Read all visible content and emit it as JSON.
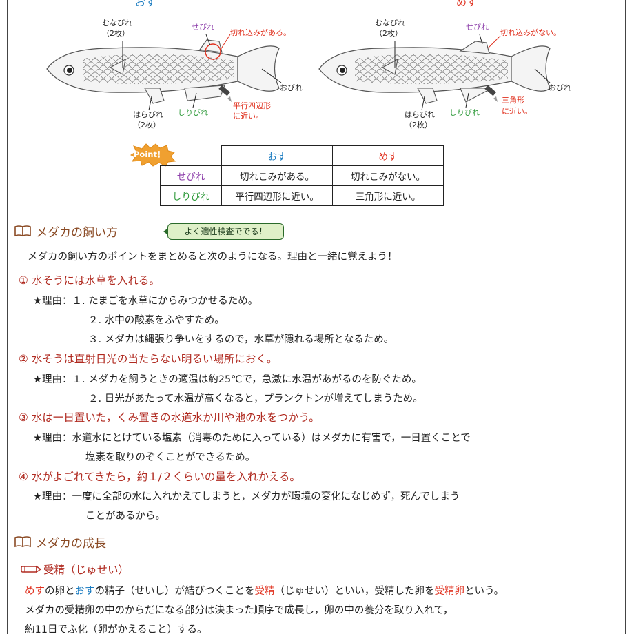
{
  "diagram": {
    "male": {
      "gender_label": "おす",
      "mune_label": "むなびれ",
      "mune_count": "（2枚）",
      "sebire_label": "せびれ",
      "sebire_note": "切れ込みがある。",
      "obire_label": "おびれ",
      "harabire_label": "はらびれ",
      "harabire_count": "（2枚）",
      "shiribire_label": "しりびれ",
      "shiribire_note_1": "平行四辺形",
      "shiribire_note_2": "に近い。"
    },
    "female": {
      "gender_label": "めす",
      "mune_label": "むなびれ",
      "mune_count": "（2枚）",
      "sebire_label": "せびれ",
      "sebire_note": "切れ込みがない。",
      "obire_label": "おびれ",
      "harabire_label": "はらびれ",
      "harabire_count": "（2枚）",
      "shiribire_label": "しりびれ",
      "shiribire_note_1": "三角形",
      "shiribire_note_2": "に近い。"
    }
  },
  "point_badge": "Point！",
  "comparison_table": {
    "header": [
      "",
      "おす",
      "めす"
    ],
    "rows": [
      {
        "label": "せびれ",
        "male": "切れこみがある。",
        "female": "切れこみがない。"
      },
      {
        "label": "しりびれ",
        "male": "平行四辺形に近い。",
        "female": "三角形に近い。"
      }
    ]
  },
  "section_care": {
    "title": "メダカの飼い方",
    "tag": "よく適性検査ででる！",
    "intro": "メダカの飼い方のポイントをまとめると次のようになる。理由と一緒に覚えよう！",
    "points": [
      {
        "heading": "①  水そうには水草を入れる。",
        "reasons": [
          "★理由：１. たまごを水草にからみつかせるため。",
          "２. 水中の酸素をふやすため。",
          "３. メダカは縄張り争いをするので，水草が隠れる場所となるため。"
        ]
      },
      {
        "heading": "②  水そうは直射日光の当たらない明るい場所におく。",
        "reasons": [
          "★理由：１. メダカを飼うときの適温は約25℃で，急激に水温があがるのを防ぐため。",
          "２. 日光があたって水温が高くなると，プランクトンが増えてしまうため。"
        ]
      },
      {
        "heading": "③  水は一日置いた，くみ置きの水道水か川や池の水をつかう。",
        "reasons": [
          "★理由：水道水にとけている塩素（消毒のために入っている）はメダカに有害で，一日置くことで",
          "塩素を取りのぞくことができるため。"
        ]
      },
      {
        "heading": "④  水がよごれてきたら，約１/２くらいの量を入れかえる。",
        "reasons": [
          "★理由：一度に全部の水に入れかえてしまうと，メダカが環境の変化になじめず，死んでしまう",
          "ことがあるから。"
        ]
      }
    ]
  },
  "section_growth": {
    "title": "メダカの成長",
    "sub_title": "受精（じゅせい）",
    "p1": [
      {
        "t": "めす",
        "c": "red"
      },
      {
        "t": "の卵と",
        "c": ""
      },
      {
        "t": "おす",
        "c": "blue"
      },
      {
        "t": "の精子（せいし）が結びつくことを",
        "c": ""
      },
      {
        "t": "受精",
        "c": "red"
      },
      {
        "t": "（じゅせい）といい，受精した卵を",
        "c": ""
      },
      {
        "t": "受精卵",
        "c": "red"
      },
      {
        "t": "という。",
        "c": ""
      }
    ],
    "p2": "メダカの受精卵の中のからだになる部分は決まった順序で成長し，卵の中の養分を取り入れて，",
    "p3": "約11日でふ化（卵がかえること）する。"
  },
  "colors": {
    "male": "#1a7bc0",
    "female": "#e0301e",
    "fin_dorsal": "#8a3aa8",
    "fin_anal": "#2e9a3a",
    "heading": "#b02a20",
    "section": "#8a4a24",
    "point_badge": "#f0a030"
  },
  "icons": {
    "section": "open-book-icon",
    "sub_section": "pencil-icon",
    "point": "starburst-badge-icon"
  }
}
